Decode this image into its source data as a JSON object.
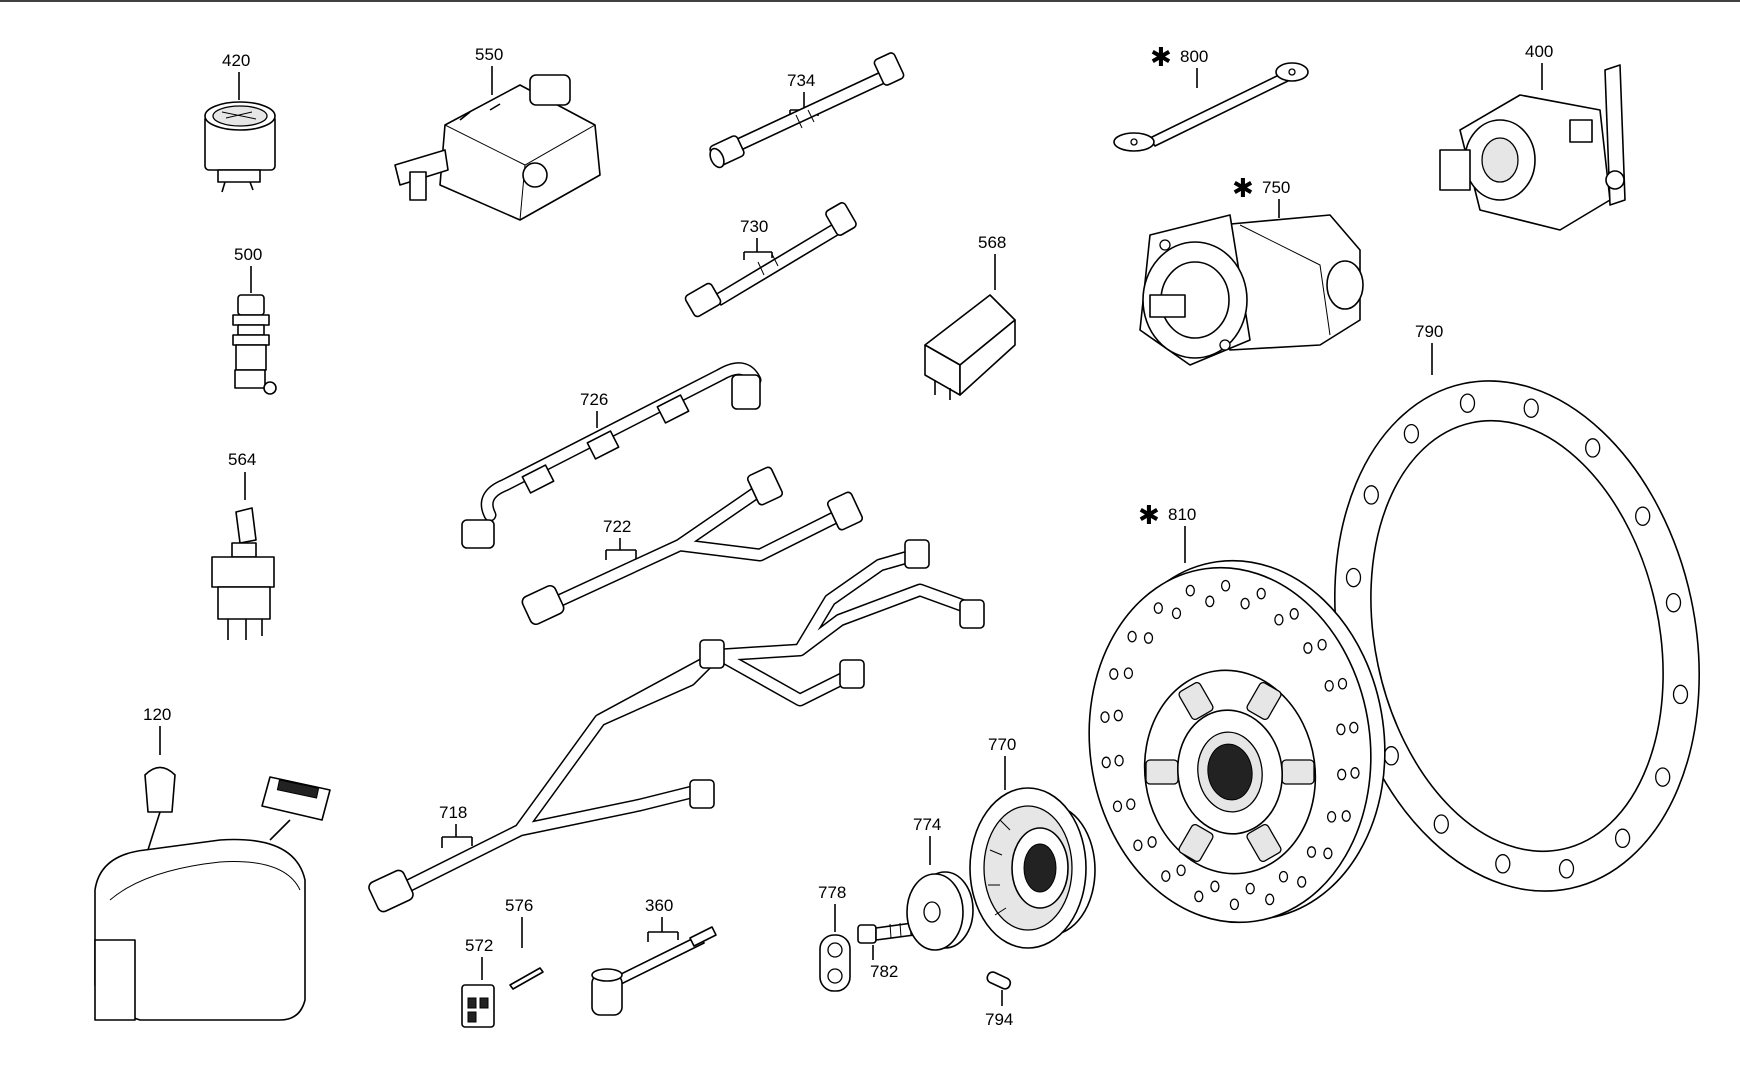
{
  "parts": [
    {
      "id": "p420",
      "label": "420",
      "icon": "round-gauge-icon",
      "starred": false
    },
    {
      "id": "p550",
      "label": "550",
      "icon": "solenoid-valve-block-icon",
      "starred": false
    },
    {
      "id": "p734",
      "label": "734",
      "icon": "cable-icon",
      "starred": false
    },
    {
      "id": "p800",
      "label": "800",
      "icon": "ground-strap-icon",
      "starred": true
    },
    {
      "id": "p400",
      "label": "400",
      "icon": "actuator-unit-icon",
      "starred": false
    },
    {
      "id": "p500",
      "label": "500",
      "icon": "pressure-switch-icon",
      "starred": false
    },
    {
      "id": "p730",
      "label": "730",
      "icon": "cable-icon",
      "starred": false
    },
    {
      "id": "p568",
      "label": "568",
      "icon": "switch-guard-icon",
      "starred": false
    },
    {
      "id": "p750",
      "label": "750",
      "icon": "hydraulic-motor-icon",
      "starred": true
    },
    {
      "id": "p790",
      "label": "790",
      "icon": "flange-ring-icon",
      "starred": false
    },
    {
      "id": "p726",
      "label": "726",
      "icon": "cable-harness-icon",
      "starred": false
    },
    {
      "id": "p564",
      "label": "564",
      "icon": "toggle-switch-icon",
      "starred": false
    },
    {
      "id": "p722",
      "label": "722",
      "icon": "cable-harness-icon",
      "starred": false
    },
    {
      "id": "p810",
      "label": "810",
      "icon": "flywheel-disc-icon",
      "starred": true
    },
    {
      "id": "p120",
      "label": "120",
      "icon": "control-lever-icon",
      "starred": false
    },
    {
      "id": "p770",
      "label": "770",
      "icon": "hub-flange-icon",
      "starred": false
    },
    {
      "id": "p774",
      "label": "774",
      "icon": "washer-icon",
      "starred": false
    },
    {
      "id": "p718",
      "label": "718",
      "icon": "cable-harness-icon",
      "starred": false
    },
    {
      "id": "p576",
      "label": "576",
      "icon": "pin-icon",
      "starred": false
    },
    {
      "id": "p360",
      "label": "360",
      "icon": "sensor-cable-icon",
      "starred": false
    },
    {
      "id": "p778",
      "label": "778",
      "icon": "lock-plate-icon",
      "starred": false
    },
    {
      "id": "p572",
      "label": "572",
      "icon": "connector-icon",
      "starred": false
    },
    {
      "id": "p782",
      "label": "782",
      "icon": "bolt-icon",
      "starred": false
    },
    {
      "id": "p794",
      "label": "794",
      "icon": "dowel-pin-icon",
      "starred": false
    }
  ],
  "star_symbol": "✱"
}
